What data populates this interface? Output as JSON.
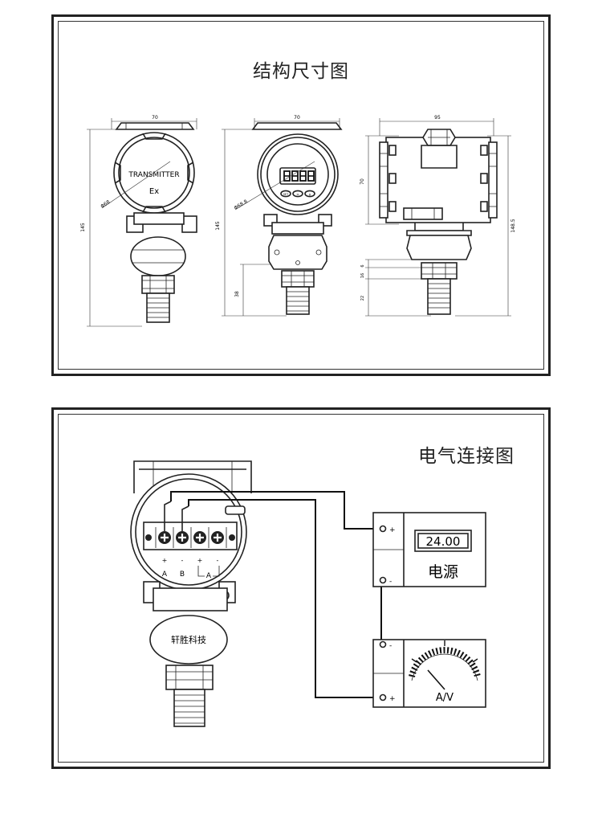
{
  "structure_section": {
    "title": "结构尺寸图",
    "front_view": {
      "label_line1": "TRANSMITTER",
      "label_line2": "Ex",
      "width_dim": "70",
      "height_dim": "145",
      "dia_dim": "Φ68"
    },
    "display_view": {
      "width_dim": "70",
      "height_dim": "145",
      "dia_dim": "Φ68.8",
      "lower_dim": "38",
      "button_labels": [
        "SET",
        ">",
        "∧"
      ]
    },
    "side_view": {
      "width_dim": "95",
      "height_dim": "70",
      "total_dim": "148.5",
      "dim_b": "6",
      "dim_c": "16",
      "dim_d": "22"
    }
  },
  "wiring_section": {
    "title": "电气连接图",
    "terminal_signs": [
      "+",
      "-",
      "+",
      "-"
    ],
    "terminal_letters": [
      "A",
      "B",
      "A"
    ],
    "body_label": "轩胜科技",
    "power_supply": {
      "reading": "24.00",
      "label": "电源",
      "plus": "+",
      "minus": "-"
    },
    "meter": {
      "label": "A/V",
      "plus": "+",
      "minus": "-"
    }
  }
}
